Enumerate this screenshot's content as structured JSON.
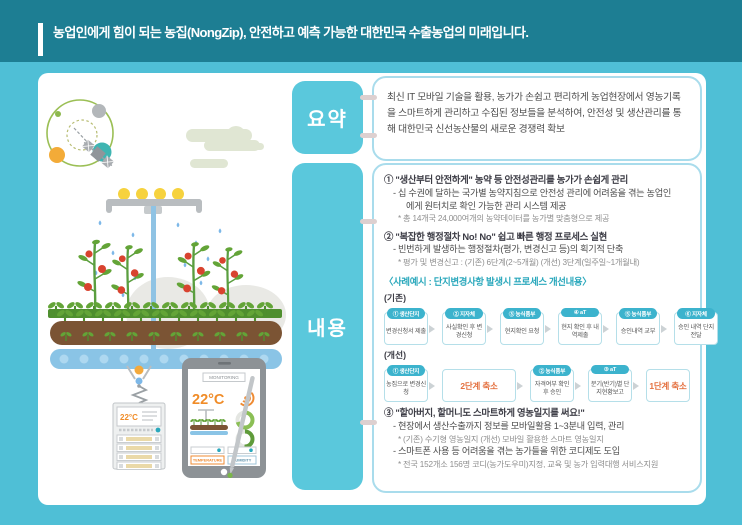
{
  "colors": {
    "frame_cyan": "#4fbfd6",
    "header_teal": "#1d7e93",
    "label_cyan": "#5ac8dc",
    "bubble_border": "#a9dcec",
    "flow_pill": "#3cb3cd",
    "accent_orange": "#e4703f",
    "case_teal": "#2aa8bc"
  },
  "header": {
    "title": "농업인에게 힘이 되는 농집(NongZip), 안전하고 예측 가능한 대한민국 수출농업의 미래입니다."
  },
  "summary": {
    "label": "요약",
    "text": "최신 IT 모바일 기술을 활용, 농가가 손쉽고 편리하게 농업현장에서 영농기록을 스마트하게 관리하고 수집된 정보들을 분석하여, 안전성 및 생산관리를 통해 대한민국 신선농산물의 새로운 경쟁력 확보"
  },
  "content": {
    "label": "내용",
    "item1": {
      "title": "① \"생산부터 안전하게\" 농약 등 안전성관리를 농가가 손쉽게 관리",
      "line1": "- 십 수권에 달하는 국가별 농약지침으로 안전성 관리에 어려움을 겪는 농업인",
      "line1b": "에게 원터치로 확인 가능한 관리 시스템 제공",
      "note": "* 총 14개국 24,000여개의 농약데이터를 농가별 맞춤형으로 제공"
    },
    "item2": {
      "title": "② \"복잡한 행정절차 No! No\" 쉽고 빠른 행정 프로세스 실현",
      "line1": "- 빈번하게 발생하는 행정절차(평가, 변경신고 등)의 획기적 단축",
      "note": "* 평가 및 변경신고 : (기존) 6단계(2~5개월)  (개선) 3단계(일주일~1개월내)"
    },
    "case_heading": "〈사례예시 : 단지변경사항 발생시 프로세스 개선내용〉",
    "flow_old": {
      "label": "(기존)",
      "steps": [
        {
          "head": "① 생산단지",
          "body": "변경신청서 제출"
        },
        {
          "head": "② 지자체",
          "body": "사실확인 후 변경신청"
        },
        {
          "head": "③ 농식품부",
          "body": "현지확인 요청"
        },
        {
          "head": "④ aT",
          "body": "현지 확인 후 내역제출"
        },
        {
          "head": "⑤ 농식품부",
          "body": "승인내역 교부"
        },
        {
          "head": "⑥ 지자체",
          "body": "승인 내역 단지 전달"
        }
      ]
    },
    "flow_new": {
      "label": "(개선)",
      "step1": {
        "head": "① 생산단지",
        "body": "농집으로 변경신청"
      },
      "reduce1": "2단계 축소",
      "step2": {
        "head": "② 농식품부",
        "body": "자격여부 확인 후 승인"
      },
      "step3": {
        "head": "③ aT",
        "body": "분기(반기)별 단지현황보고"
      },
      "reduce2": "1단계 축소"
    },
    "item3": {
      "title": "③ \"할아버지, 할머니도 스마트하게 영농일지를 써요!\"",
      "line1": "- 현장에서 생산수출까지 정보를 모바일활용 1~3분내 입력, 관리",
      "note1": "* (기존) 수기형 영농일지  (개선) 모바일 활용한 스마트 영농일지",
      "line2": "- 스마트폰 사용 등 어려움을 겪는 농가들을 위한 코디제도 도입",
      "note2": "* 전국 152개소 156명 코디(농가도우미)지정, 교육 및 농가 입력대행 서비스지원"
    }
  },
  "illustration": {
    "tablet": {
      "monitoring_label": "MONITORING",
      "temperature_value": "22°C",
      "temperature_button": "TEMPERATURE",
      "humidity_button": "HUMIDITY"
    },
    "panel": {
      "temperature_value": "22°C"
    }
  }
}
